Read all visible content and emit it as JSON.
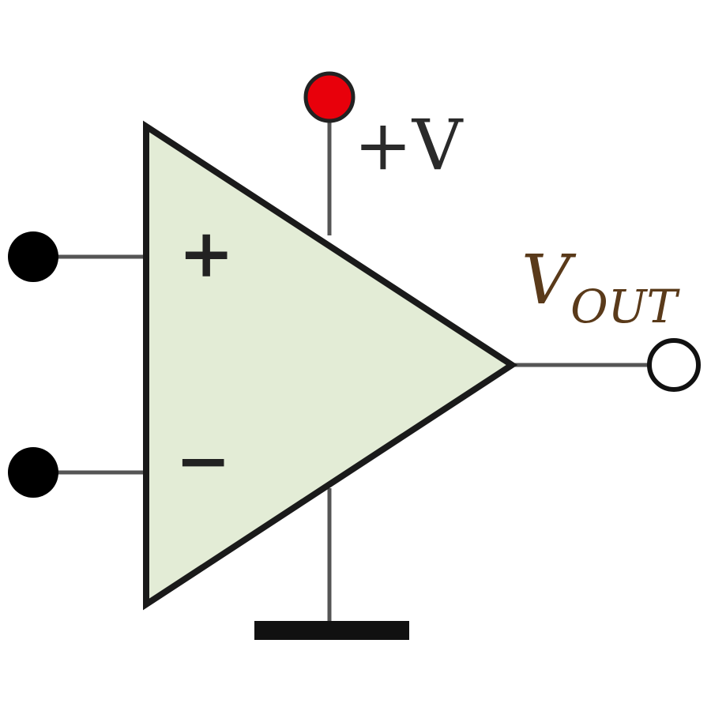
{
  "diagram": {
    "component": "op-amp",
    "labels": {
      "supply": "+V",
      "noninverting": "+",
      "inverting": "−",
      "output_main": "V",
      "output_sub": "OUT"
    },
    "colors": {
      "body_fill": "#e3ecd6",
      "body_stroke": "#1a1a1a",
      "wire": "#555555",
      "supply_terminal": "#e8000b",
      "input_terminal": "#000000",
      "output_terminal_fill": "#ffffff",
      "ground_bar": "#111111",
      "vout_text": "#5a3a1a",
      "sign_text": "#222222"
    },
    "icons": {
      "supply_terminal": "red-filled-circle",
      "input_terminals": "black-filled-circle",
      "output_terminal": "hollow-circle",
      "ground": "ground-bar"
    }
  }
}
